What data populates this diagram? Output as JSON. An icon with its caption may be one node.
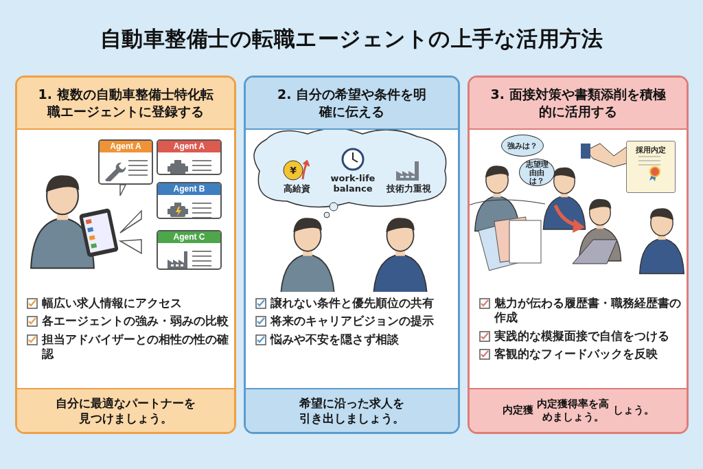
{
  "diagram": {
    "title": "自動車整備士の転職エージェントの上手な活用方法",
    "nodes": [
      {
        "text": [
          "1. 複数の自動車整備士特化転職エージェントに登録する",
          "幅広い求人情報にアクセス",
          "各エージェントの強み・弱みの比較",
          "担当アドバイザーとの相性の性の確認"
        ]
      },
      {
        "text": [
          "Agent A"
        ],
        "in": 0
      },
      {
        "text": [
          "Agent A"
        ],
        "in": 0
      },
      {
        "text": [
          "Agent B"
        ],
        "in": 0
      },
      {
        "text": [
          "Agent C"
        ],
        "in": 0
      },
      {
        "text": [
          "自分に最適なパートナーを見つけましょう。"
        ],
        "in": 0
      },
      {
        "text": [
          "2. 自分の希望や条件を明確に伝える",
          "譲れない条件と優先順位の共有",
          "将来のキャリアビジョンの提示",
          "悩みや不安を隠さず相談"
        ]
      },
      {
        "text": [
          "高給資",
          "work-life balance",
          "技術力重視"
        ],
        "in": 6
      },
      {
        "text": [
          "希望に沿った求人を引き出しましょう。"
        ],
        "in": 6
      },
      {
        "text": [
          "3. 面接対策や書類添削を積極的に活用する",
          "魅力が伝わる履歴書・職務経歴書の作成",
          "実践的な模擬面接で自信をつける",
          "客観的なフィードバックを反映"
        ]
      },
      {
        "text": [
          "強みは？"
        ],
        "in": 9
      },
      {
        "text": [
          "志望理由由は？"
        ],
        "in": 9
      },
      {
        "text": [
          "採用内定"
        ],
        "in": 9
      },
      {
        "text": [
          "内定獲",
          "内定獲得率を高めましょう。",
          "しょう。"
        ],
        "in": 9
      }
    ],
    "labels": [
      "¥"
    ]
  }
}
